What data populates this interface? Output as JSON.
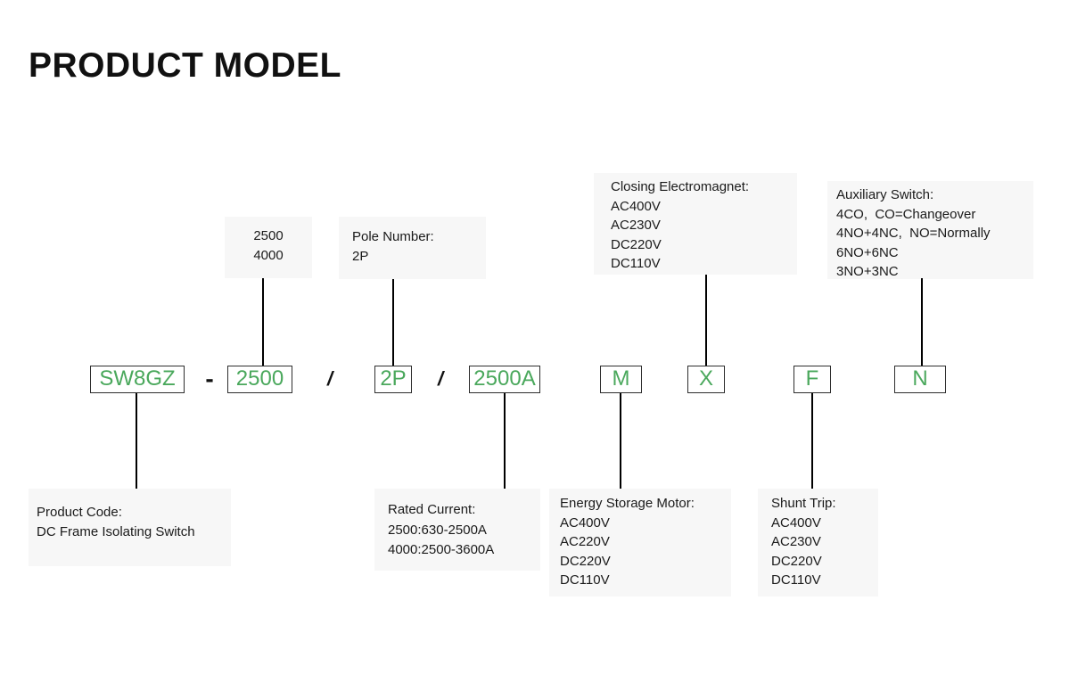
{
  "page": {
    "title": "PRODUCT MODEL"
  },
  "colors": {
    "code_text_green": "#4aa85c",
    "callout_background": "#f7f7f7",
    "connector_line": "#000000",
    "code_box_border": "#2e2e2e",
    "text": "#1a1a1a"
  },
  "model_code": {
    "segments": [
      {
        "id": "series",
        "label": "SW8GZ"
      },
      {
        "id": "frame-size",
        "label": "2500"
      },
      {
        "id": "pole-number",
        "label": "2P"
      },
      {
        "id": "rated-current",
        "label": "2500A"
      },
      {
        "id": "energy-motor",
        "label": "M"
      },
      {
        "id": "closing-electromagnet",
        "label": "X"
      },
      {
        "id": "shunt-trip",
        "label": "F"
      },
      {
        "id": "auxiliary-switch",
        "label": "N"
      }
    ],
    "separators": {
      "dash": "-",
      "slash": "/"
    }
  },
  "callouts": {
    "frame_sizes": {
      "text": "2500\n4000"
    },
    "pole_number": {
      "text": "Pole Number:\n2P"
    },
    "closing_electromagnet": {
      "text": "Closing Electromagnet:\nAC400V\nAC230V\nDC220V\nDC110V"
    },
    "auxiliary_switch": {
      "text": "Auxiliary Switch:\n4CO,  CO=Changeover\n4NO+4NC,  NO=Normally\n6NO+6NC\n3NO+3NC"
    },
    "product_code": {
      "text": "Product Code:\nDC Frame Isolating Switch"
    },
    "rated_current": {
      "text": "Rated Current:\n2500:630-2500A\n4000:2500-3600A"
    },
    "energy_storage_motor": {
      "text": "Energy Storage Motor:\nAC400V\nAC220V\nDC220V\nDC110V"
    },
    "shunt_trip": {
      "text": "Shunt Trip:\nAC400V\nAC230V\nDC220V\nDC110V"
    }
  }
}
